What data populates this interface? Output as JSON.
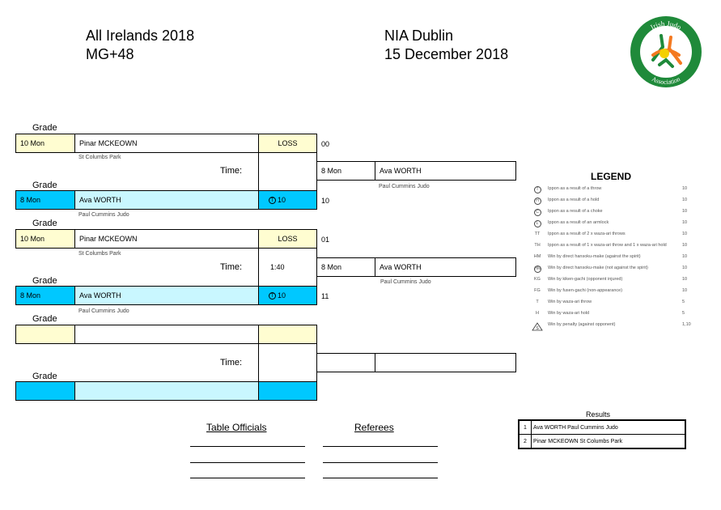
{
  "header": {
    "event": "All Irelands 2018",
    "category": "MG+48",
    "venue": "NIA Dublin",
    "date": "15 December 2018"
  },
  "logo": {
    "top_text": "Irish Judo",
    "bottom_text": "Association"
  },
  "grade_label": "Grade",
  "time_label": "Time:",
  "matches": [
    {
      "white": {
        "grade": "10 Mon",
        "name": "Pinar MCKEOWN",
        "club": "St Columbs Park",
        "result": "LOSS",
        "score": "00"
      },
      "blue": {
        "grade": "8 Mon",
        "name": "Ava WORTH",
        "club": "Paul Cummins Judo",
        "result": "10",
        "score": "10",
        "icon": "T"
      },
      "time": "",
      "winner": {
        "grade": "8 Mon",
        "name": "Ava WORTH",
        "club": "Paul Cummins Judo"
      }
    },
    {
      "white": {
        "grade": "10 Mon",
        "name": "Pinar MCKEOWN",
        "club": "St Columbs Park",
        "result": "LOSS",
        "score": "01"
      },
      "blue": {
        "grade": "8 Mon",
        "name": "Ava WORTH",
        "club": "Paul Cummins Judo",
        "result": "10",
        "score": "11",
        "icon": "T"
      },
      "time": "1:40",
      "winner": {
        "grade": "8 Mon",
        "name": "Ava WORTH",
        "club": "Paul Cummins Judo"
      }
    }
  ],
  "legend": {
    "title": "LEGEND",
    "rows": [
      {
        "sym": "T",
        "desc": "Ippon as a result of a throw",
        "pts": "10"
      },
      {
        "sym": "H",
        "desc": "Ippon as a result of a hold",
        "pts": "10"
      },
      {
        "sym": "C",
        "desc": "Ippon as a result of a choke",
        "pts": "10"
      },
      {
        "sym": "L",
        "desc": "Ippon as a result of an armlock",
        "pts": "10"
      },
      {
        "sym": "TT",
        "desc": "Ippon as a result of 2 x waza-ari throws",
        "pts": "10"
      },
      {
        "sym": "TH",
        "desc": "Ippon as a result of 1 x waza-ari throw and 1 x waza-ari hold",
        "pts": "10"
      },
      {
        "sym": "HM",
        "desc": "Win by direct hansoku-make (against the spirit)",
        "pts": "10"
      },
      {
        "sym": "HM",
        "desc": "Win by direct hansoku-make (not against the spirit)",
        "pts": "10"
      },
      {
        "sym": "KG",
        "desc": "Win by kiken-gachi (opponent injured)",
        "pts": "10"
      },
      {
        "sym": "FG",
        "desc": "Win by fusen-gachi (non-appearance)",
        "pts": "10"
      },
      {
        "sym": "T",
        "desc": "Win by waza-ari throw",
        "pts": "5"
      },
      {
        "sym": "H",
        "desc": "Win by waza-ari hold",
        "pts": "5"
      },
      {
        "sym": "S",
        "desc": "Win by penalty (against opponent)",
        "pts": "1,10"
      }
    ]
  },
  "results": {
    "title": "Results",
    "rows": [
      {
        "place": "1",
        "text": "Ava WORTH Paul Cummins Judo"
      },
      {
        "place": "2",
        "text": "Pinar MCKEOWN St Columbs Park"
      }
    ]
  },
  "officials": {
    "table_officials": "Table Officials",
    "referees": "Referees"
  }
}
